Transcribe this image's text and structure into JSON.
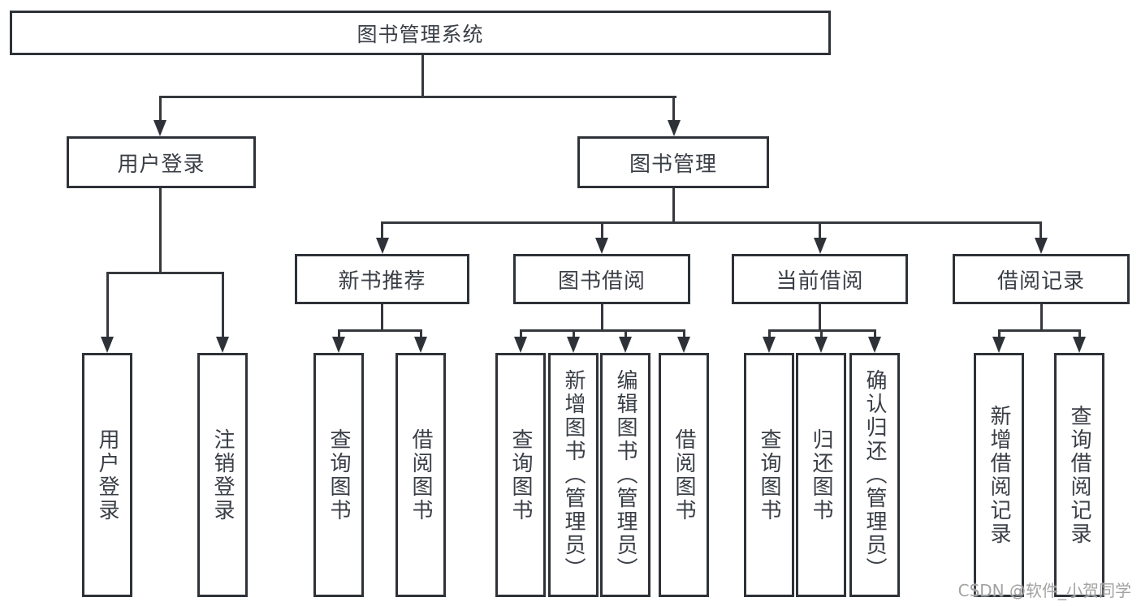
{
  "colors": {
    "background": "#ffffff",
    "box-border": "#2e3238",
    "box-fill": "#ffffff",
    "line": "#35383d",
    "text": "#3a3e46",
    "watermark": "#a2a2a2"
  },
  "diagram": {
    "root": {
      "label": "图书管理系统"
    },
    "level2": [
      {
        "id": "user-login",
        "label": "用户登录"
      },
      {
        "id": "book-management",
        "label": "图书管理"
      }
    ],
    "level3": [
      {
        "id": "new-book-recommend",
        "label": "新书推荐"
      },
      {
        "id": "book-borrow",
        "label": "图书借阅"
      },
      {
        "id": "current-borrow",
        "label": "当前借阅"
      },
      {
        "id": "borrow-records",
        "label": "借阅记录"
      }
    ],
    "leaves": {
      "user_login": [
        "用户登录",
        "注销登录"
      ],
      "new_book_recommend": [
        "查询图书",
        "借阅图书"
      ],
      "book_borrow": [
        "查询图书",
        "新增图书（管理员）",
        "编辑图书（管理员）",
        "借阅图书"
      ],
      "current_borrow": [
        "查询图书",
        "归还图书",
        "确认归还（管理员）"
      ],
      "borrow_records": [
        "新增借阅记录",
        "查询借阅记录"
      ]
    }
  },
  "watermark": {
    "text": "CSDN @软件_小贺同学"
  }
}
